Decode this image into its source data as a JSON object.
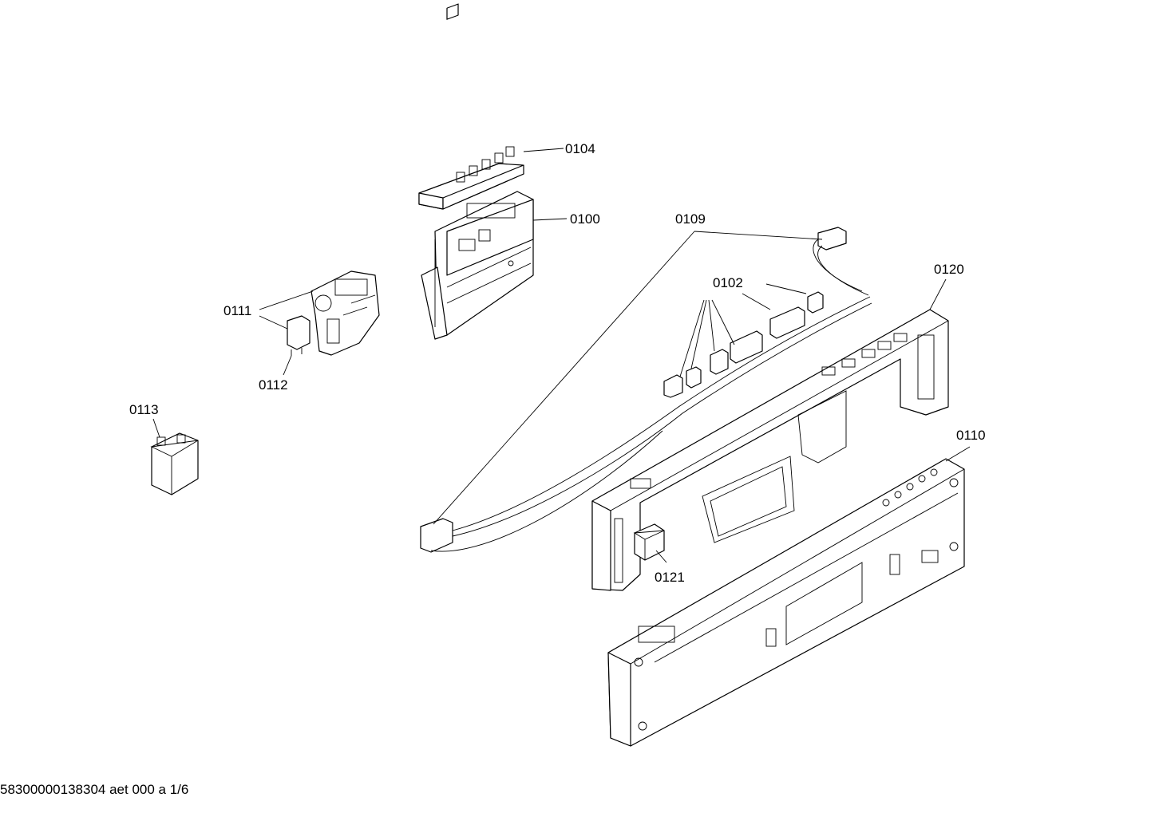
{
  "diagram": {
    "part_labels": [
      {
        "id": "0104",
        "text": "0104"
      },
      {
        "id": "0100",
        "text": "0100"
      },
      {
        "id": "0109",
        "text": "0109"
      },
      {
        "id": "0102",
        "text": "0102"
      },
      {
        "id": "0120",
        "text": "0120"
      },
      {
        "id": "0111",
        "text": "0111"
      },
      {
        "id": "0112",
        "text": "0112"
      },
      {
        "id": "0113",
        "text": "0113"
      },
      {
        "id": "0110",
        "text": "0110"
      },
      {
        "id": "0121",
        "text": "0121"
      }
    ]
  },
  "footer": {
    "text": "58300000138304 aet 000 a 1/6"
  },
  "colors": {
    "ink": "#000000",
    "background": "#ffffff"
  }
}
